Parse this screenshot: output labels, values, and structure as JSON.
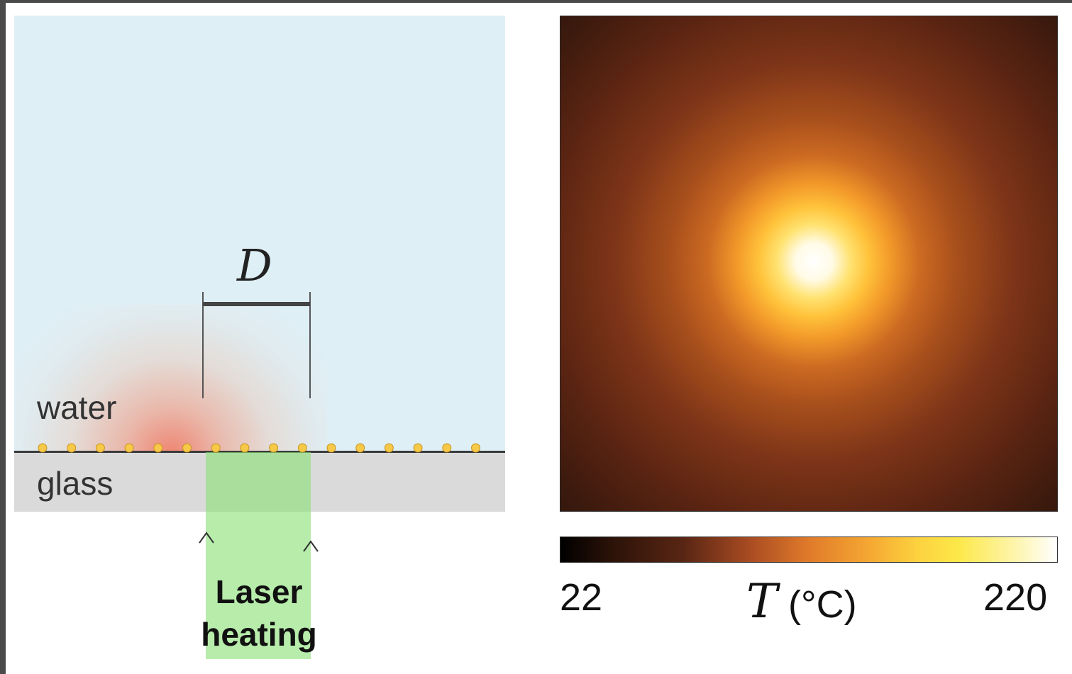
{
  "schematic": {
    "medium_top": "water",
    "medium_bottom": "glass",
    "laser_line1": "Laser",
    "laser_line2": "heating",
    "dimension_label": "D",
    "particle_count": 16
  },
  "heatmap": {
    "colorbar_min": "22",
    "colorbar_max": "220",
    "colorbar_variable": "T",
    "colorbar_unit": "(°C)",
    "colormap": "hot"
  },
  "colors": {
    "water": "#dfeff6",
    "glass": "#dadada",
    "laser": "#8ae078",
    "particle": "#f7c948",
    "heat": "#f26e55"
  }
}
